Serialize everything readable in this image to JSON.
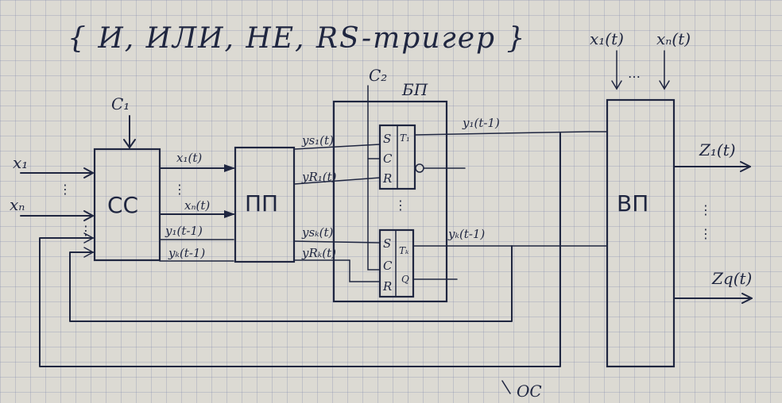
{
  "title": "{ И, ИЛИ, НЕ, RS-тригер }",
  "blocks": {
    "cc": "СС",
    "pp": "ПП",
    "bp": "БП",
    "vp": "ВП"
  },
  "inputs": {
    "x1": "x₁",
    "xn": "xₙ"
  },
  "clocks": {
    "c1": "C₁",
    "c2": "C₂"
  },
  "cc_outputs": {
    "x1t": "x₁(t)",
    "xnt": "xₙ(t)",
    "y1t1": "y₁(t-1)",
    "ykt1": "yₖ(t-1)"
  },
  "pp_outputs": {
    "ys1": "ys₁(t)",
    "yr1": "yR₁(t)",
    "ysk": "ysₖ(t)",
    "yrk": "yRₖ(t)"
  },
  "trigger_pins": {
    "s": "S",
    "c": "C",
    "r": "R",
    "t1": "T₁",
    "tk": "Tₖ",
    "q": "Q"
  },
  "bp_outputs": {
    "y1": "y₁(t-1)",
    "yk": "yₖ(t-1)"
  },
  "vp_inputs": {
    "x1": "x₁(t)",
    "xn": "xₙ(t)"
  },
  "vp_outputs": {
    "z1": "Z₁(t)",
    "zq": "Zq(t)"
  },
  "feedback": "ОС",
  "ellipsis": "⋮",
  "ellipsis_h": "…"
}
